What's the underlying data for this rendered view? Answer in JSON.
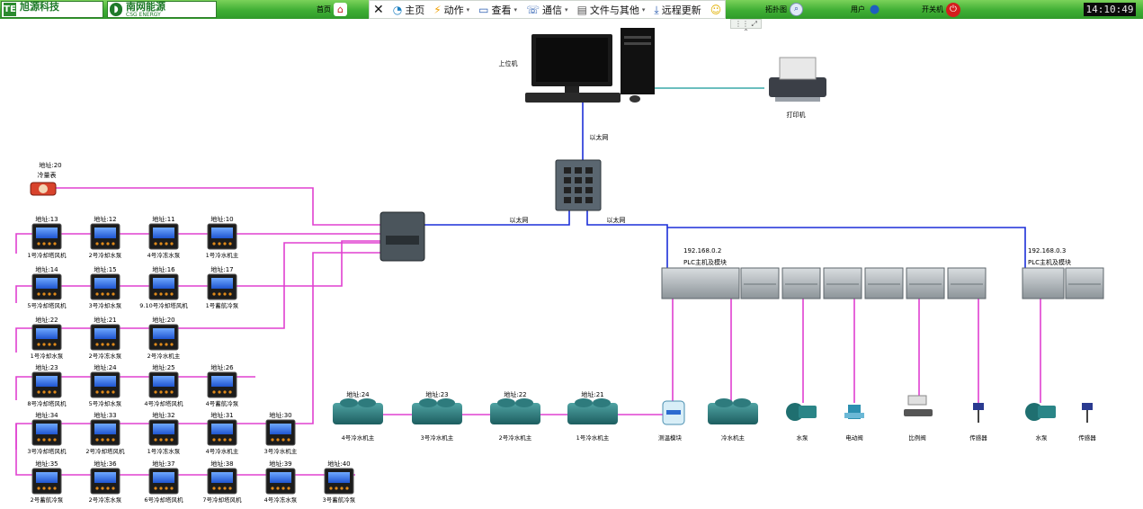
{
  "header": {
    "logo1_text": "旭源科技",
    "logo2_text": "南网能源",
    "logo2_sub": "CSG ENERGY",
    "home_page": "首页",
    "topology": "拓扑图",
    "user": "用户",
    "power": "开关机",
    "clock": "14:10:49"
  },
  "toolbar": {
    "items": [
      {
        "label": "主页",
        "icon": "home-icon"
      },
      {
        "label": "动作",
        "icon": "action-icon"
      },
      {
        "label": "查看",
        "icon": "view-icon"
      },
      {
        "label": "通信",
        "icon": "phone-icon"
      },
      {
        "label": "文件与其他",
        "icon": "file-icon"
      },
      {
        "label": "远程更新",
        "icon": "download-icon"
      }
    ],
    "close_icon": "close-icon"
  },
  "topology": {
    "pc_label": "上位机",
    "printer_label": "打印机",
    "ethernet_top": "以太网",
    "ethernet_left": "以太网",
    "ethernet_right": "以太网",
    "flow_meter_addr": "地址:20",
    "flow_meter_label": "冷量表",
    "plc1_ip": "192.168.0.2",
    "plc1_label": "PLC主机及模块",
    "plc2_ip": "192.168.0.3",
    "plc2_label": "PLC主机及模块",
    "meter_rows": [
      [
        {
          "addr": "地址:13",
          "name": "1号冷却塔风机"
        },
        {
          "addr": "地址:12",
          "name": "2号冷却水泵"
        },
        {
          "addr": "地址:11",
          "name": "4号冷冻水泵"
        },
        {
          "addr": "地址:10",
          "name": "1号冷水机主"
        }
      ],
      [
        {
          "addr": "地址:14",
          "name": "5号冷却塔风机"
        },
        {
          "addr": "地址:15",
          "name": "3号冷却水泵"
        },
        {
          "addr": "地址:16",
          "name": "9.10号冷却塔风机"
        },
        {
          "addr": "地址:17",
          "name": "1号蓄航冷泵"
        }
      ],
      [
        {
          "addr": "地址:22",
          "name": "1号冷却水泵"
        },
        {
          "addr": "地址:21",
          "name": "2号冷冻水泵"
        },
        {
          "addr": "地址:20",
          "name": "2号冷水机主"
        }
      ],
      [
        {
          "addr": "地址:23",
          "name": "8号冷却塔风机"
        },
        {
          "addr": "地址:24",
          "name": "5号冷却水泵"
        },
        {
          "addr": "地址:25",
          "name": "4号冷却塔风机"
        },
        {
          "addr": "地址:26",
          "name": "4号蓄航冷泵"
        }
      ],
      [
        {
          "addr": "地址:34",
          "name": "3号冷却塔风机"
        },
        {
          "addr": "地址:33",
          "name": "2号冷却塔风机"
        },
        {
          "addr": "地址:32",
          "name": "1号冷冻水泵"
        },
        {
          "addr": "地址:31",
          "name": "4号冷水机主"
        },
        {
          "addr": "地址:30",
          "name": "3号冷水机主"
        }
      ],
      [
        {
          "addr": "地址:35",
          "name": "2号蓄航冷泵"
        },
        {
          "addr": "地址:36",
          "name": "2号冷冻水泵"
        },
        {
          "addr": "地址:37",
          "name": "6号冷却塔风机"
        },
        {
          "addr": "地址:38",
          "name": "7号冷却塔风机"
        },
        {
          "addr": "地址:39",
          "name": "4号冷冻水泵"
        },
        {
          "addr": "地址:40",
          "name": "3号蓄航冷泵"
        }
      ]
    ],
    "chillers": [
      {
        "addr": "地址:24",
        "name": "4号冷水机主"
      },
      {
        "addr": "地址:23",
        "name": "3号冷水机主"
      },
      {
        "addr": "地址:22",
        "name": "2号冷水机主"
      },
      {
        "addr": "地址:21",
        "name": "1号冷水机主"
      }
    ],
    "devices": [
      {
        "name": "测温模块",
        "icon": "temp-module-icon"
      },
      {
        "name": "冷水机主",
        "icon": "chiller-icon"
      },
      {
        "name": "水泵",
        "icon": "pump-icon"
      },
      {
        "name": "电动阀",
        "icon": "motor-valve-icon"
      },
      {
        "name": "比例阀",
        "icon": "proportional-valve-icon"
      },
      {
        "name": "传感器",
        "icon": "sensor-icon"
      }
    ],
    "devices2": [
      {
        "name": "水泵",
        "icon": "pump-icon"
      },
      {
        "name": "传感器",
        "icon": "sensor-icon"
      }
    ]
  },
  "colors": {
    "rs485_line": "#e040d0",
    "ethernet_line": "#1c2fd8",
    "printer_line": "#3aa8a8",
    "topbar": "#3fae34"
  }
}
